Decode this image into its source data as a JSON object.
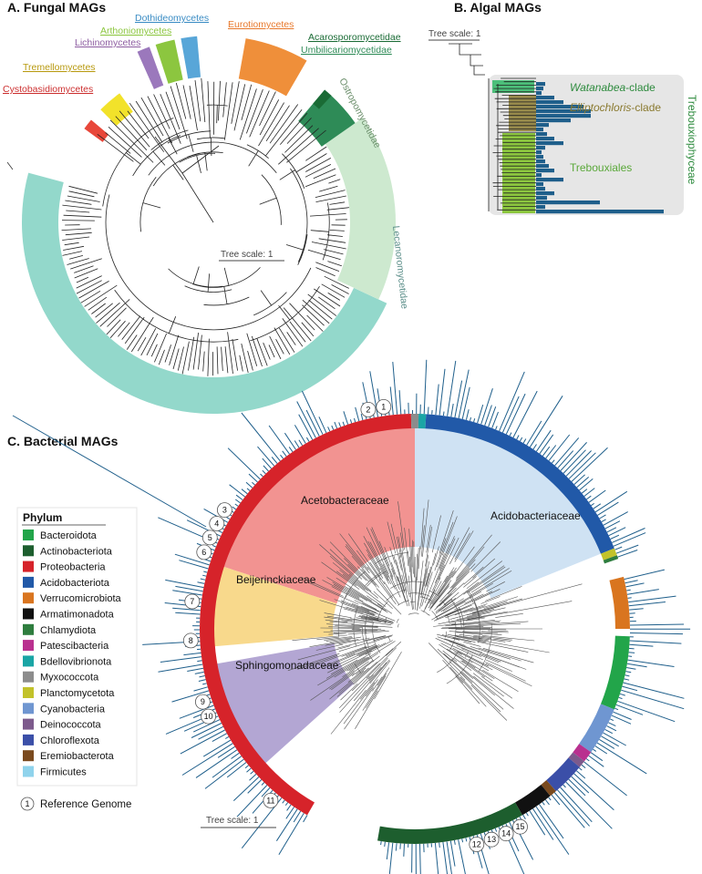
{
  "panelA": {
    "title": "A.   Fungal MAGs",
    "scale": "Tree scale: 1",
    "clades": [
      {
        "name": "Dothideomycetes",
        "color": "#3a8cc4"
      },
      {
        "name": "Arthoniomycetes",
        "color": "#8cc63f"
      },
      {
        "name": "Lichinomycetes",
        "color": "#8e5ea2"
      },
      {
        "name": "Eurotiomycetes",
        "color": "#e87a2e"
      },
      {
        "name": "Acarosporomycetidae",
        "color": "#1a6b35"
      },
      {
        "name": "Umbilicariomycetidae",
        "color": "#2e8b57"
      },
      {
        "name": "Tremellomycetes",
        "color": "#c9a700"
      },
      {
        "name": "Cystobasidiomycetes",
        "color": "#cc2f2f"
      },
      {
        "name": "Ostropomycetidae",
        "color": "#6b9b6b"
      },
      {
        "name": "Lecanoromycetidae",
        "color": "#4aa99a"
      }
    ]
  },
  "panelB": {
    "title": "B.  Algal MAGs",
    "scale": "Tree scale: 1",
    "clade_prefix_watanabea": "Watanabea",
    "clade_suffix_watanabea": "-clade",
    "clade_prefix_elliptochloris": "Elliptochloris",
    "clade_suffix_elliptochloris": "-clade",
    "trebouxiales": "Trebouxiales",
    "class_name": "Trebouxiophyceae"
  },
  "panelC": {
    "title": "C.  Bacterial MAGs",
    "scale": "Tree scale: 1",
    "families": [
      "Acetobacteraceae",
      "Acidobacteriaceae",
      "Beijerinckiaceae",
      "Sphingomonadaceae"
    ],
    "reference_numbers": [
      "1",
      "2",
      "3",
      "4",
      "5",
      "6",
      "7",
      "8",
      "9",
      "10",
      "11",
      "12",
      "13",
      "14",
      "15"
    ],
    "legend_title": "Phylum",
    "legend": [
      {
        "name": "Bacteroidota",
        "color": "#22a54a"
      },
      {
        "name": "Actinobacteriota",
        "color": "#1d5e2e"
      },
      {
        "name": "Proteobacteria",
        "color": "#d6232a"
      },
      {
        "name": "Acidobacteriota",
        "color": "#2159a8"
      },
      {
        "name": "Verrucomicrobiota",
        "color": "#d9751f"
      },
      {
        "name": "Armatimonadota",
        "color": "#111111"
      },
      {
        "name": "Chlamydiota",
        "color": "#2e7d3e"
      },
      {
        "name": "Patescibacteria",
        "color": "#b9308f"
      },
      {
        "name": "Bdellovibrionota",
        "color": "#1aa5a5"
      },
      {
        "name": "Myxococcota",
        "color": "#8c8c8c"
      },
      {
        "name": "Planctomycetota",
        "color": "#c2c22a"
      },
      {
        "name": "Cyanobacteria",
        "color": "#6f96d1"
      },
      {
        "name": "Deinococcota",
        "color": "#7d5a8c"
      },
      {
        "name": "Chloroflexota",
        "color": "#3b4fa8"
      },
      {
        "name": "Eremiobacterota",
        "color": "#7a4a1e"
      },
      {
        "name": "Firmicutes",
        "color": "#8fd3ec"
      }
    ],
    "reference_legend_number": "1",
    "reference_legend": "Reference Genome"
  }
}
